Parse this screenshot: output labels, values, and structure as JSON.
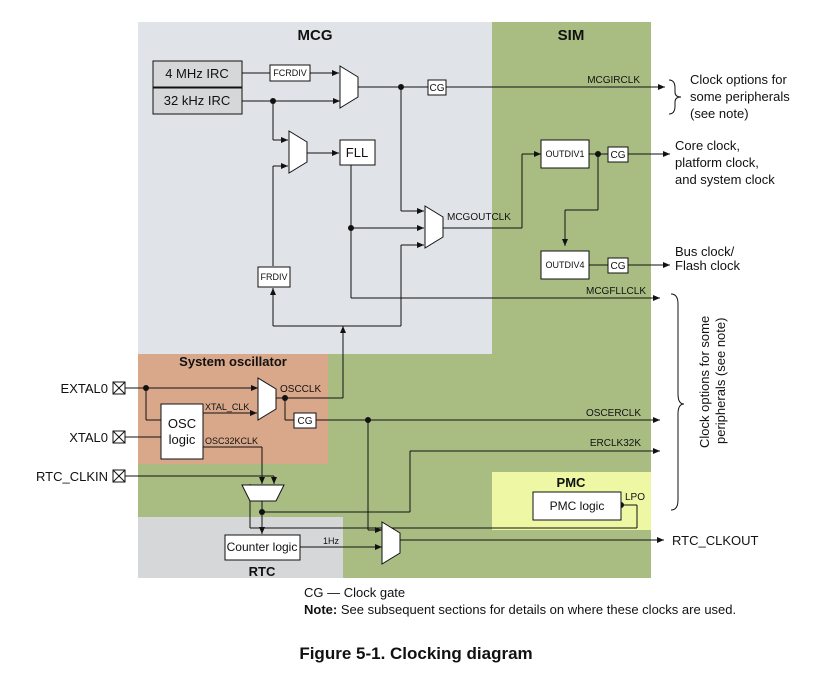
{
  "regions": {
    "mcg": "MCG",
    "sim": "SIM",
    "sysosc": "System oscillator",
    "pmc": "PMC",
    "rtc": "RTC"
  },
  "blocks": {
    "irc4": "4 MHz IRC",
    "irc32": "32 kHz IRC",
    "fcrdiv": "FCRDIV",
    "fll": "FLL",
    "frdiv": "FRDIV",
    "cg": "CG",
    "outdiv1": "OUTDIV1",
    "outdiv4": "OUTDIV4",
    "osc_logic_1": "OSC",
    "osc_logic_2": "logic",
    "pmc_logic": "PMC logic",
    "counter_logic": "Counter logic"
  },
  "signals": {
    "mcgirclk": "MCGIRCLK",
    "mcgoutclk": "MCGOUTCLK",
    "mcgfllclk": "MCGFLLCLK",
    "oscclk": "OSCCLK",
    "xtal_clk": "XTAL_CLK",
    "osc32kclk": "OSC32KCLK",
    "oscerclk": "OSCERCLK",
    "erclk32k": "ERCLK32K",
    "lpo": "LPO",
    "one_hz": "1Hz"
  },
  "pins": {
    "extal0": "EXTAL0",
    "xtal0": "XTAL0",
    "rtc_clkin": "RTC_CLKIN"
  },
  "outputs": {
    "clock_opts_1": "Clock options for",
    "clock_opts_2": "some peripherals",
    "clock_opts_3": "(see note)",
    "core_1": "Core clock,",
    "core_2": "platform clock,",
    "core_3": "and system clock",
    "bus_1": "Bus clock/",
    "bus_2": "Flash clock",
    "rtc_clkout": "RTC_CLKOUT",
    "vertical_1": "Clock options for some",
    "vertical_2": "peripherals (see note)"
  },
  "legend": {
    "cg_def": "CG — Clock gate",
    "note_label": "Note:",
    "note_text": " See subsequent sections for details on where these clocks are used."
  },
  "caption": "Figure 5-1. Clocking diagram",
  "colors": {
    "mcg_bg": "#e0e4e8",
    "sim_bg": "#a9bd83",
    "osc_bg": "#d9a88a",
    "pmc_bg": "#eef7a3",
    "rtc_bg": "#d6d7d9"
  }
}
